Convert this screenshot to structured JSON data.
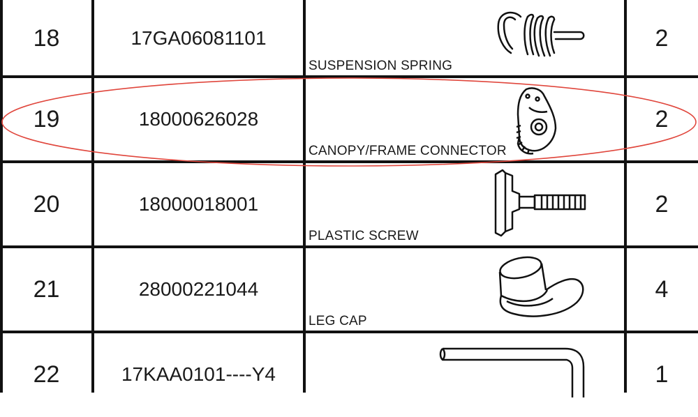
{
  "rows": [
    {
      "item": "18",
      "part": "17GA06081101",
      "desc": "SUSPENSION SPRING",
      "qty": "2",
      "icon": "spring-icon"
    },
    {
      "item": "19",
      "part": "18000626028",
      "desc": "CANOPY/FRAME CONNECTOR",
      "qty": "2",
      "icon": "connector-icon"
    },
    {
      "item": "20",
      "part": "18000018001",
      "desc": "PLASTIC SCREW",
      "qty": "2",
      "icon": "plastic-screw-icon"
    },
    {
      "item": "21",
      "part": "28000221044",
      "desc": "LEG CAP",
      "qty": "4",
      "icon": "leg-cap-icon"
    },
    {
      "item": "22",
      "part": "17KAA0101----Y4",
      "desc": "",
      "qty": "1",
      "icon": "hex-key-icon"
    }
  ],
  "highlight": {
    "row_item": "19",
    "color": "#e0463c"
  }
}
